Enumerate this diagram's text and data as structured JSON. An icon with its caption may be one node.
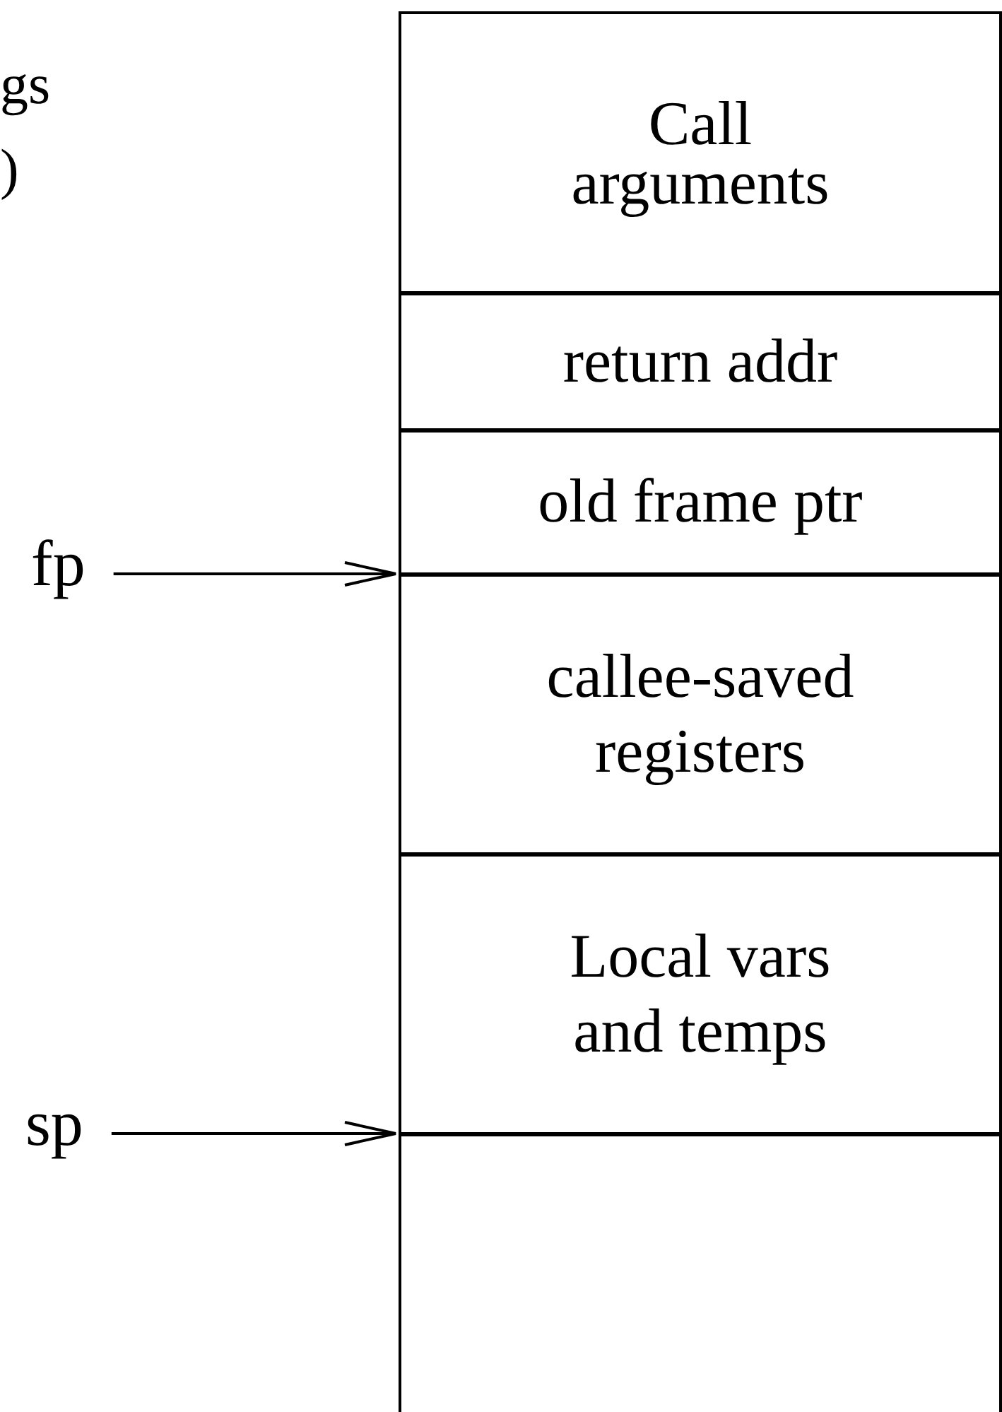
{
  "diagram": {
    "nodes": [
      {
        "text": [
          "Call arguments"
        ]
      },
      {
        "text": [
          "return addr"
        ]
      },
      {
        "text": [
          "old frame ptr"
        ]
      },
      {
        "text": [
          "callee-saved registers"
        ]
      },
      {
        "text": [
          "Local vars and temps"
        ]
      },
      {
        "text": [],
        "shape": "box"
      },
      {
        "text": [
          "fp"
        ]
      },
      {
        "text": [
          "sp"
        ]
      }
    ],
    "edges": [
      {
        "from": 6,
        "to": 3,
        "arrow": "to"
      },
      {
        "from": 7,
        "to": 5,
        "arrow": "to"
      }
    ],
    "labels": [
      "gs",
      ")"
    ]
  }
}
